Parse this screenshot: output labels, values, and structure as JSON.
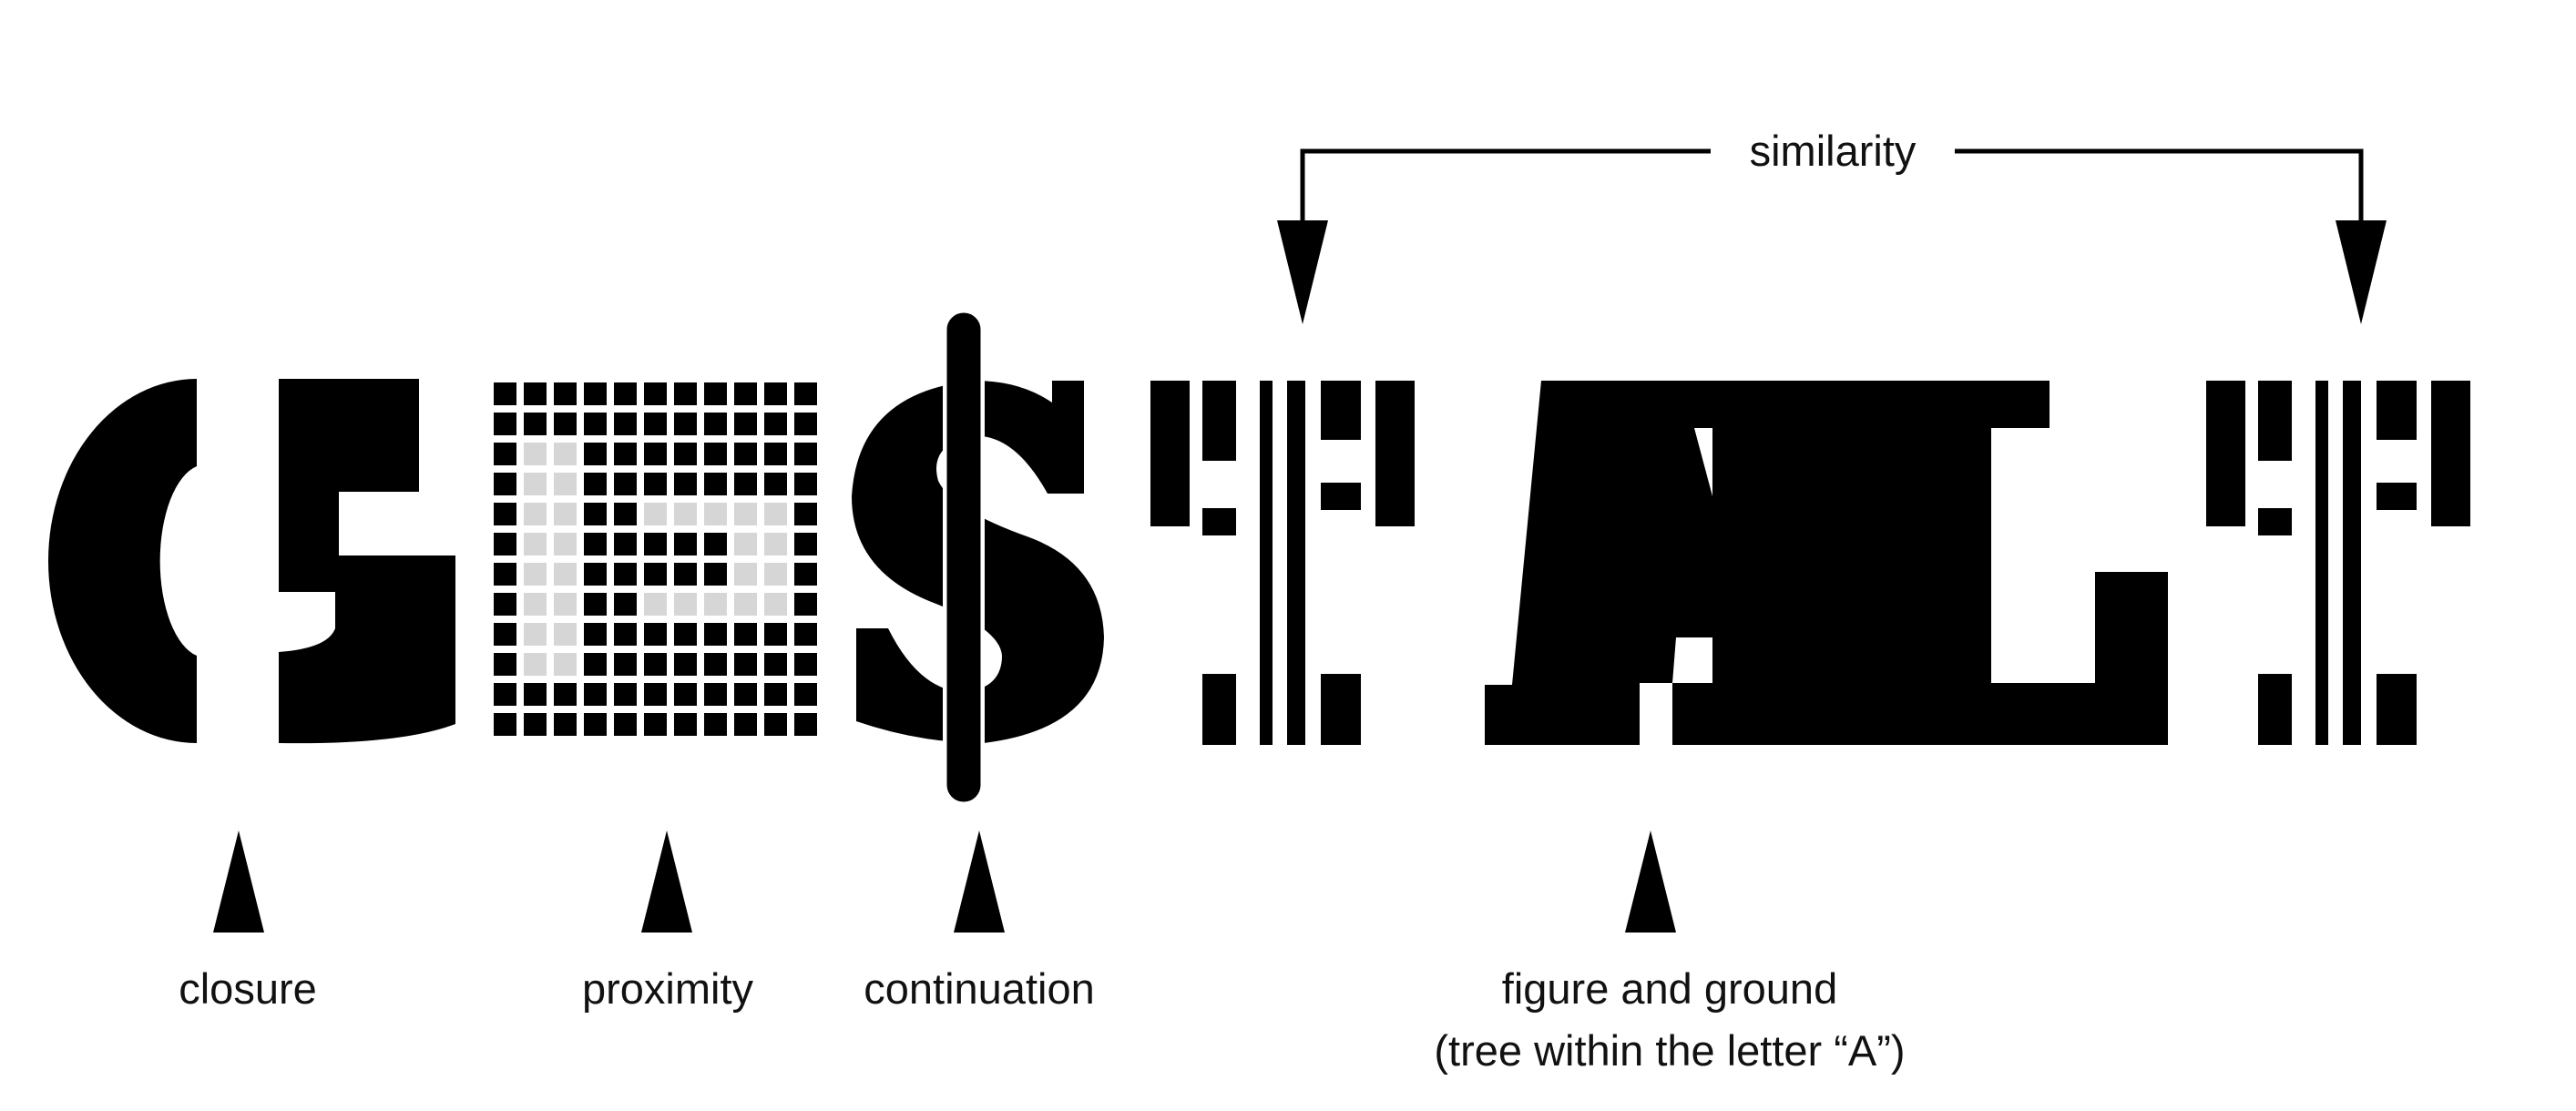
{
  "diagram": {
    "colors": {
      "ink": "#000000",
      "light_gray": "#d6d6d6",
      "background": "#ffffff"
    },
    "labels": {
      "closure": "closure",
      "proximity": "proximity",
      "continuation": "continuation",
      "figure_ground_line1": "figure and ground",
      "figure_ground_line2": "(tree within the letter “A”)",
      "similarity": "similarity"
    }
  }
}
